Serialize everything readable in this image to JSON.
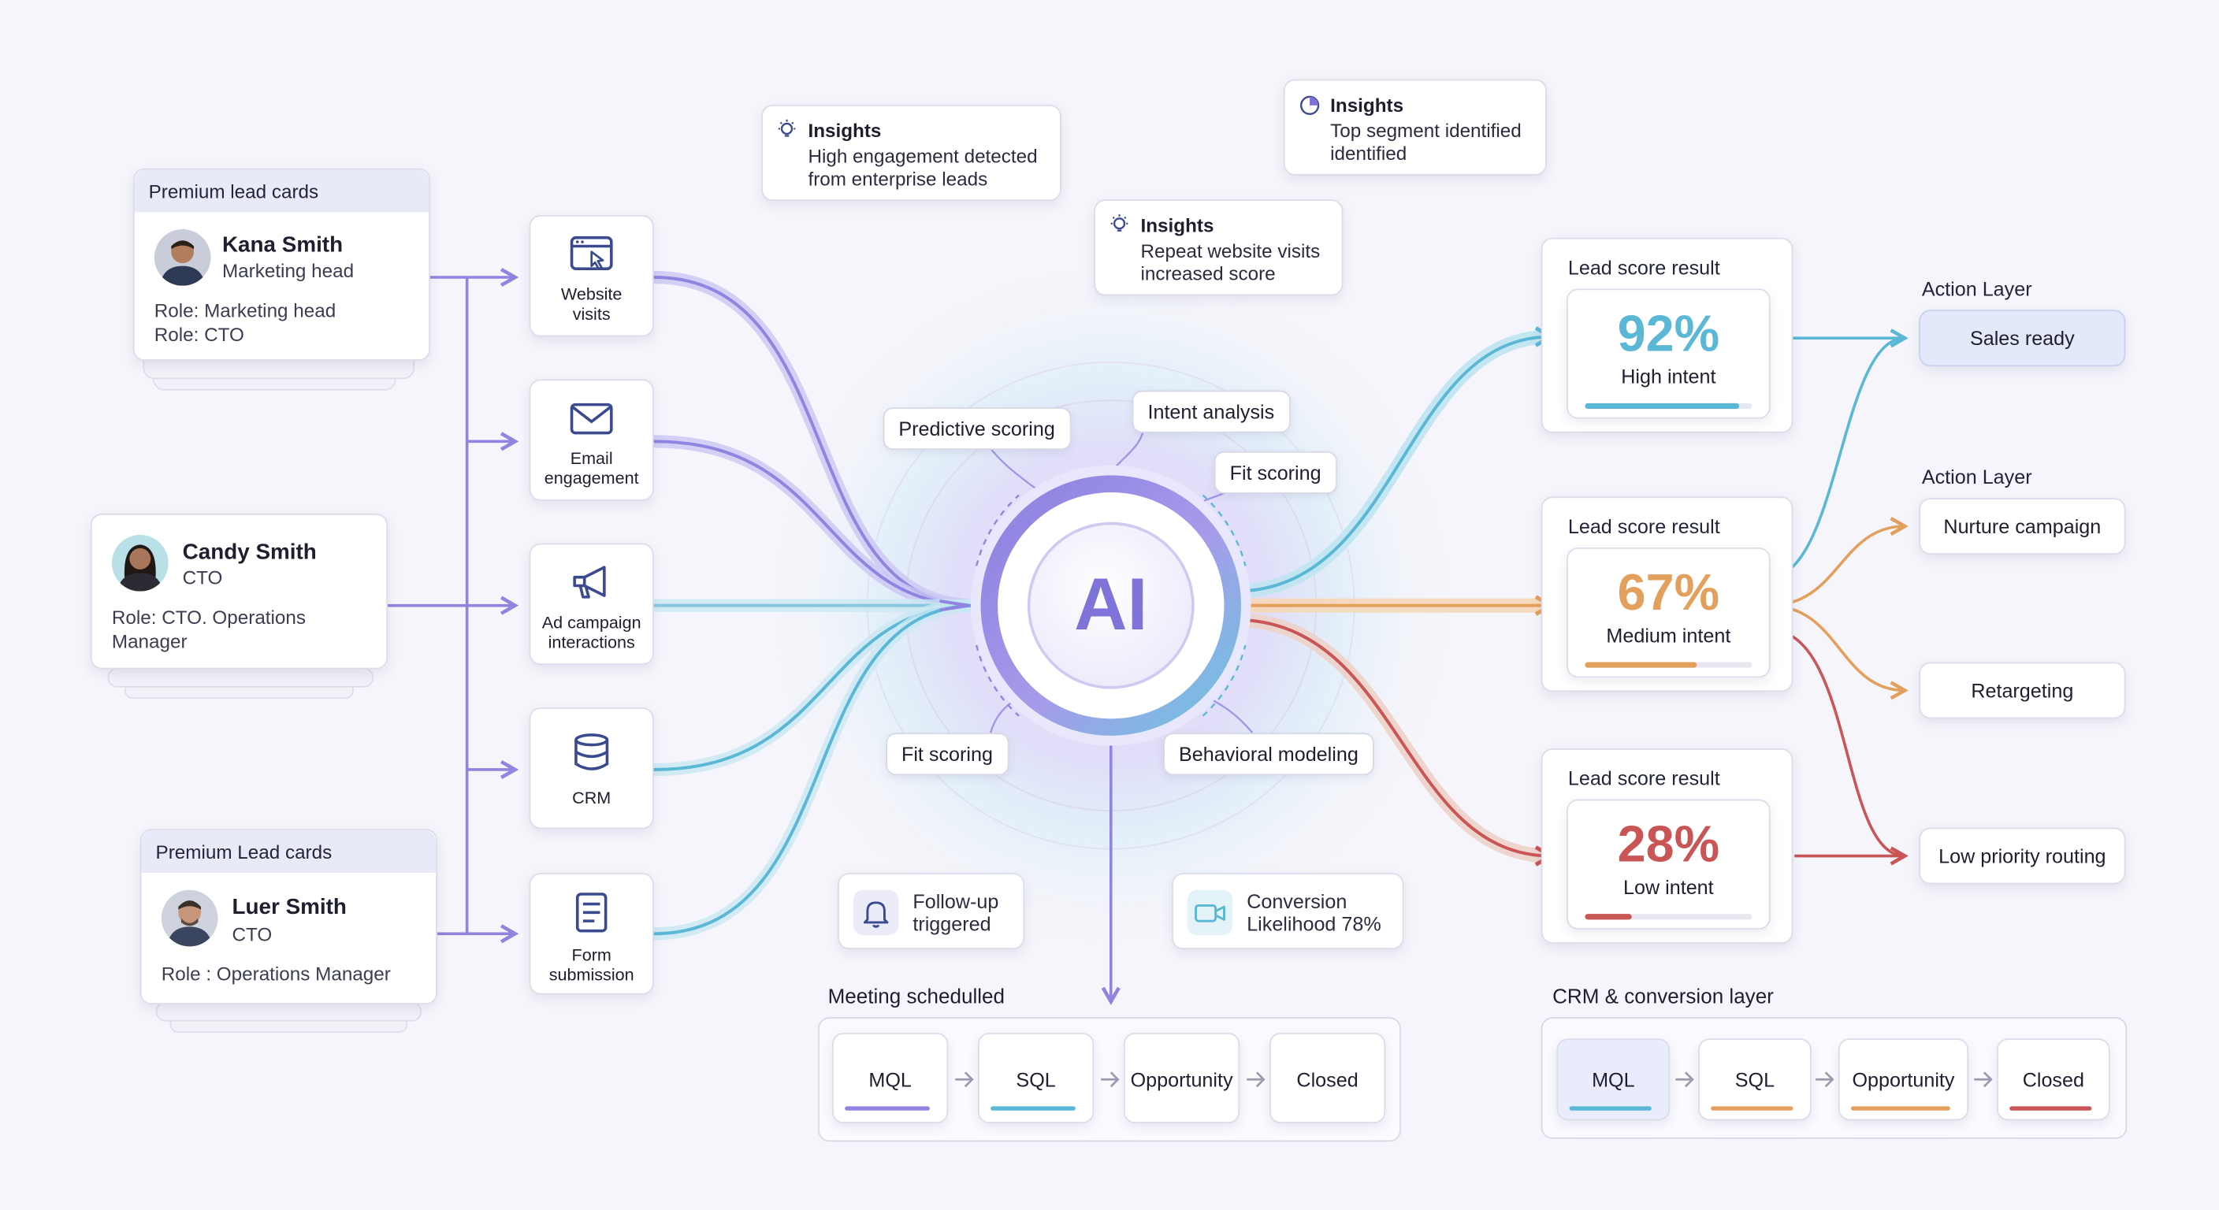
{
  "leads": [
    {
      "header": "Premium lead cards",
      "name": "Kana Smith",
      "title": "Marketing head",
      "roles": [
        "Role:  Marketing head",
        "Role:  CTO"
      ]
    },
    {
      "header": "",
      "name": "Candy Smith",
      "title": "CTO",
      "roles": [
        "Role: CTO. Operations",
        "Manager"
      ]
    },
    {
      "header": "Premium Lead cards",
      "name": "Luer Smith",
      "title": "CTO",
      "roles": [
        "Role : Operations Manager"
      ]
    }
  ],
  "sources": [
    {
      "label": [
        "Website",
        "visits"
      ],
      "icon": "browser-cursor-icon"
    },
    {
      "label": [
        "Email",
        "engagement"
      ],
      "icon": "envelope-icon"
    },
    {
      "label": [
        "Ad campaign",
        "interactions"
      ],
      "icon": "megaphone-icon"
    },
    {
      "label": [
        "CRM"
      ],
      "icon": "database-icon"
    },
    {
      "label": [
        "Form",
        "submission"
      ],
      "icon": "form-document-icon"
    }
  ],
  "insights": [
    {
      "title": "Insights",
      "lines": [
        "High engagement detected",
        "from enterprise leads"
      ],
      "icon": "lightbulb-icon"
    },
    {
      "title": "Insights",
      "lines": [
        "Repeat website visits",
        "increased score"
      ],
      "icon": "lightbulb-icon"
    },
    {
      "title": "Insights",
      "lines": [
        "Top segment identified",
        "identified"
      ],
      "icon": "pie-chart-icon"
    }
  ],
  "ai": {
    "label": "AI",
    "chips": [
      "Predictive scoring",
      "Intent analysis",
      "Fit scoring",
      "Fit scoring",
      "Behavioral modeling"
    ]
  },
  "events": [
    {
      "lines": [
        "Follow-up",
        "triggered"
      ],
      "icon": "bell-icon"
    },
    {
      "lines": [
        "Conversion",
        "Likelihood 78%"
      ],
      "icon": "video-icon"
    }
  ],
  "scores": [
    {
      "title": "Lead score result",
      "percent": "92%",
      "value": 0.92,
      "label": "High intent",
      "color": "#5ab8d6"
    },
    {
      "title": "Lead score result",
      "percent": "67%",
      "value": 0.67,
      "label": "Medium intent",
      "color": "#e3a05c"
    },
    {
      "title": "Lead score result",
      "percent": "28%",
      "value": 0.28,
      "label": "Low intent",
      "color": "#c95556"
    }
  ],
  "actions": {
    "title_1": "Action Layer",
    "title_2": "Action Layer",
    "items": [
      "Sales ready",
      "Nurture campaign",
      "Retargeting",
      "Low priority routing"
    ]
  },
  "pipeline_left": {
    "title": "Meeting schedulled",
    "stages": [
      "MQL",
      "SQL",
      "Opportunity",
      "Closed"
    ]
  },
  "pipeline_right": {
    "title": "CRM & conversion layer",
    "stages": [
      "MQL",
      "SQL",
      "Opportunity",
      "Closed"
    ]
  },
  "colors": {
    "purple": "#8f84e0",
    "teal": "#5ab8d6",
    "orange": "#e3a05c",
    "red": "#c95556"
  }
}
